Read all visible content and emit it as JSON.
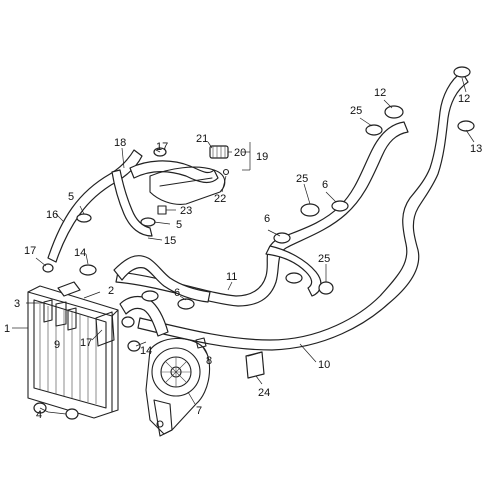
{
  "callouts": [
    {
      "id": "c1",
      "text": "1"
    },
    {
      "id": "c2",
      "text": "2"
    },
    {
      "id": "c3",
      "text": "3"
    },
    {
      "id": "c4",
      "text": "4"
    },
    {
      "id": "c5a",
      "text": "5"
    },
    {
      "id": "c5b",
      "text": "5"
    },
    {
      "id": "c6a",
      "text": "6"
    },
    {
      "id": "c6b",
      "text": "6"
    },
    {
      "id": "c6c",
      "text": "6"
    },
    {
      "id": "c7",
      "text": "7"
    },
    {
      "id": "c8",
      "text": "8"
    },
    {
      "id": "c9",
      "text": "9"
    },
    {
      "id": "c10",
      "text": "10"
    },
    {
      "id": "c11",
      "text": "11"
    },
    {
      "id": "c12a",
      "text": "12"
    },
    {
      "id": "c12b",
      "text": "12"
    },
    {
      "id": "c13",
      "text": "13"
    },
    {
      "id": "c14a",
      "text": "14"
    },
    {
      "id": "c14b",
      "text": "14"
    },
    {
      "id": "c15",
      "text": "15"
    },
    {
      "id": "c16",
      "text": "16"
    },
    {
      "id": "c17a",
      "text": "17"
    },
    {
      "id": "c17b",
      "text": "17"
    },
    {
      "id": "c17c",
      "text": "17"
    },
    {
      "id": "c18",
      "text": "18"
    },
    {
      "id": "c19",
      "text": "19"
    },
    {
      "id": "c20",
      "text": "20"
    },
    {
      "id": "c21",
      "text": "21"
    },
    {
      "id": "c22",
      "text": "22"
    },
    {
      "id": "c23",
      "text": "23"
    },
    {
      "id": "c24",
      "text": "24"
    },
    {
      "id": "c25a",
      "text": "25"
    },
    {
      "id": "c25b",
      "text": "25"
    },
    {
      "id": "c25c",
      "text": "25"
    }
  ]
}
